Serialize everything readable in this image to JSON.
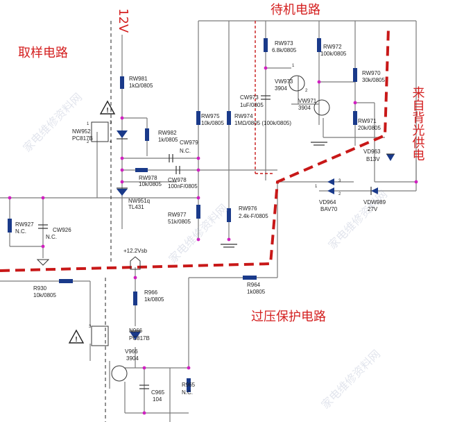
{
  "sections": {
    "sampling": "取样电路",
    "standby": "待机电路",
    "overvoltage": "过压保护电路",
    "backlight": "来自背光供电"
  },
  "rails": {
    "v12": "12V",
    "v12_2": "+12.2Vsb"
  },
  "components": {
    "rw981": {
      "ref": "RW981",
      "val": "1kΩ/0805"
    },
    "rw982": {
      "ref": "RW982",
      "val": "1k/0805"
    },
    "cw979": {
      "ref": "CW979",
      "val": "N.C."
    },
    "rw978": {
      "ref": "RW978",
      "val": "10k/0805"
    },
    "cw978": {
      "ref": "CW978",
      "val": "100nF/0805"
    },
    "nw951": {
      "ref": "NW951q",
      "val": "TL431"
    },
    "rw977": {
      "ref": "RW977",
      "val": "51k/0805"
    },
    "rw975": {
      "ref": "RW975",
      "val": "10k/0805"
    },
    "rw974": {
      "ref": "RW974",
      "val": "1MΩ/0805 (100k/0805)"
    },
    "rw976": {
      "ref": "RW976",
      "val": "2.4k-F/0805"
    },
    "cw973": {
      "ref": "CW973",
      "val": "1uF/0805"
    },
    "rw973": {
      "ref": "RW973",
      "val": "6.8k/0805"
    },
    "vw973": {
      "ref": "VW973",
      "val": "3904"
    },
    "vw971": {
      "ref": "VW971",
      "val": "3904"
    },
    "rw972": {
      "ref": "RW972",
      "val": "100k/0805"
    },
    "rw970": {
      "ref": "RW970",
      "val": "30k/0805"
    },
    "rw971": {
      "ref": "RW971",
      "val": "20k/0805"
    },
    "vd963": {
      "ref": "VD963",
      "val": "B13V"
    },
    "vd964": {
      "ref": "VD964",
      "val": "BAV70"
    },
    "vdw989": {
      "ref": "VDW989",
      "val": "27V"
    },
    "nw952": {
      "ref": "NW952",
      "val": "PC817B"
    },
    "rw927": {
      "ref": "RW927",
      "val": "N.C."
    },
    "cw926": {
      "ref": "CW926",
      "val": "N.C."
    },
    "r930": {
      "ref": "R930",
      "val": "10k/0805"
    },
    "r966": {
      "ref": "R966",
      "val": "1k/0805"
    },
    "n966": {
      "ref": "N966",
      "val": "PC817B"
    },
    "v966": {
      "ref": "V966",
      "val": "3904"
    },
    "c965": {
      "ref": "C965",
      "val": "104"
    },
    "r965": {
      "ref": "R965",
      "val": "N.C."
    },
    "r964": {
      "ref": "R964",
      "val": "1k0805"
    }
  },
  "pins": [
    "1",
    "2",
    "3",
    "4",
    "1",
    "2",
    "3",
    "1",
    "2",
    "3"
  ],
  "warning_glyph": "!",
  "colors": {
    "section_label": "#d42020",
    "dashed_boundary": "#c81818",
    "node": "#d020c0",
    "component": "#1a3a8a"
  }
}
